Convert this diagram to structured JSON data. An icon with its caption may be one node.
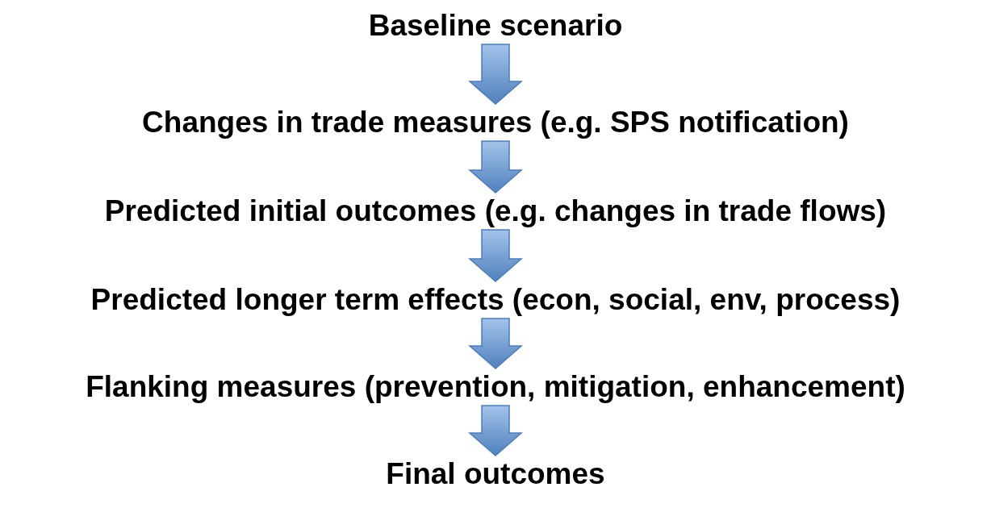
{
  "diagram": {
    "nodes": [
      {
        "text": [
          "Baseline scenario"
        ]
      },
      {
        "text": [
          "Changes in trade measures (e.g. SPS notification)"
        ]
      },
      {
        "text": [
          "Predicted initial outcomes (e.g. changes in trade flows)"
        ]
      },
      {
        "text": [
          "Predicted longer term effects (econ, social, env, process)"
        ]
      },
      {
        "text": [
          "Flanking measures (prevention, mitigation, enhancement)"
        ]
      },
      {
        "text": [
          "Final outcomes"
        ]
      }
    ],
    "edges": [
      {
        "from": 0,
        "to": 1,
        "arrow": "to"
      },
      {
        "from": 1,
        "to": 2,
        "arrow": "to"
      },
      {
        "from": 2,
        "to": 3,
        "arrow": "to"
      },
      {
        "from": 3,
        "to": 4,
        "arrow": "to"
      },
      {
        "from": 4,
        "to": 5,
        "arrow": "to"
      }
    ]
  }
}
